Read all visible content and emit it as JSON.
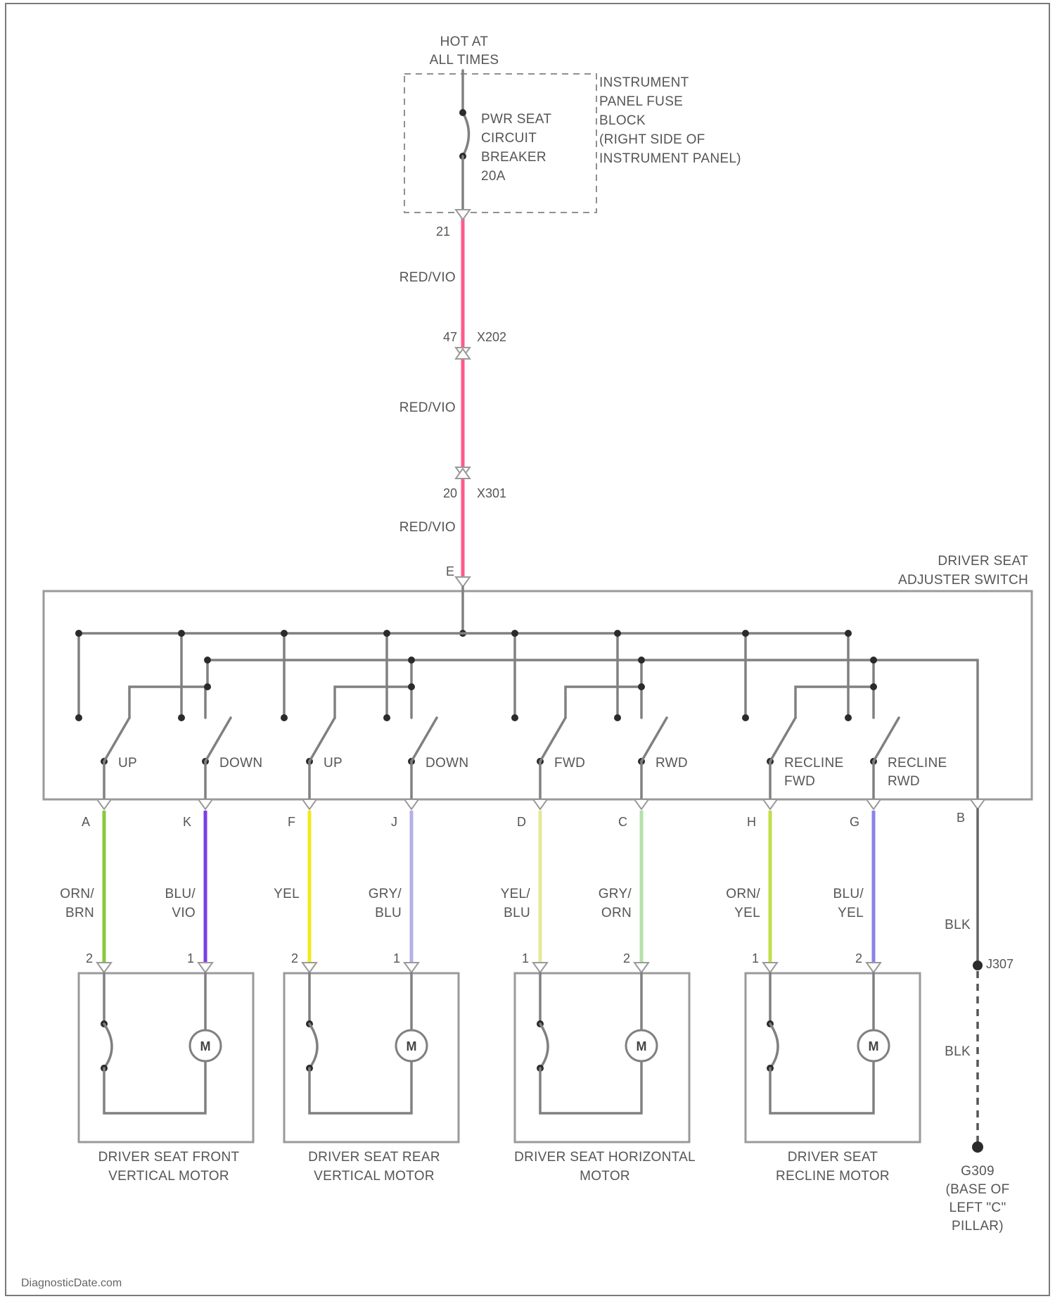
{
  "supply": {
    "hot_line1": "HOT AT",
    "hot_line2": "ALL TIMES",
    "fuse_block_lines": [
      "INSTRUMENT",
      "PANEL FUSE",
      "BLOCK",
      "(RIGHT SIDE OF",
      "INSTRUMENT PANEL)"
    ],
    "breaker_lines": [
      "PWR SEAT",
      "CIRCUIT",
      "BREAKER",
      "20A"
    ],
    "pin_top": "21",
    "wire_1": "RED/VIO",
    "conn1_pin": "47",
    "conn1_name": "X202",
    "wire_2": "RED/VIO",
    "conn2_pin": "20",
    "conn2_name": "X301",
    "wire_3": "RED/VIO",
    "switch_in_pin": "E"
  },
  "switch": {
    "label_lines": [
      "DRIVER SEAT",
      "ADJUSTER SWITCH"
    ],
    "contacts": [
      {
        "lines": [
          "UP"
        ]
      },
      {
        "lines": [
          "DOWN"
        ]
      },
      {
        "lines": [
          "UP"
        ]
      },
      {
        "lines": [
          "DOWN"
        ]
      },
      {
        "lines": [
          "FWD"
        ]
      },
      {
        "lines": [
          "RWD"
        ]
      },
      {
        "lines": [
          "RECLINE",
          "FWD"
        ]
      },
      {
        "lines": [
          "RECLINE",
          "RWD"
        ]
      }
    ],
    "ground_pin": "B"
  },
  "wires": [
    {
      "sw_pin": "A",
      "color_lines": [
        "ORN/",
        "BRN"
      ],
      "color": "#8ac83a",
      "motor_pin": "2"
    },
    {
      "sw_pin": "K",
      "color_lines": [
        "BLU/",
        "VIO"
      ],
      "color": "#7a3ee8",
      "motor_pin": "1"
    },
    {
      "sw_pin": "F",
      "color_lines": [
        "YEL"
      ],
      "color": "#f2ea1a",
      "motor_pin": "2"
    },
    {
      "sw_pin": "J",
      "color_lines": [
        "GRY/",
        "BLU"
      ],
      "color": "#b4b0e8",
      "motor_pin": "1"
    },
    {
      "sw_pin": "D",
      "color_lines": [
        "YEL/",
        "BLU"
      ],
      "color": "#e6e89a",
      "motor_pin": "1"
    },
    {
      "sw_pin": "C",
      "color_lines": [
        "GRY/",
        "ORN"
      ],
      "color": "#b6e0aa",
      "motor_pin": "2"
    },
    {
      "sw_pin": "H",
      "color_lines": [
        "ORN/",
        "YEL"
      ],
      "color": "#c0e04a",
      "motor_pin": "1"
    },
    {
      "sw_pin": "G",
      "color_lines": [
        "BLU/",
        "YEL"
      ],
      "color": "#8a84e8",
      "motor_pin": "2"
    }
  ],
  "motors": [
    {
      "label_lines": [
        "DRIVER SEAT FRONT",
        "VERTICAL MOTOR"
      ],
      "symbol": "M"
    },
    {
      "label_lines": [
        "DRIVER SEAT REAR",
        "VERTICAL MOTOR"
      ],
      "symbol": "M"
    },
    {
      "label_lines": [
        "DRIVER SEAT HORIZONTAL",
        "MOTOR"
      ],
      "symbol": "M"
    },
    {
      "label_lines": [
        "DRIVER SEAT",
        "RECLINE MOTOR"
      ],
      "symbol": "M"
    }
  ],
  "ground": {
    "wire_1": "BLK",
    "splice": "J307",
    "wire_2": "BLK",
    "label_lines": [
      "G309",
      "(BASE OF",
      "LEFT \"C\"",
      "PILLAR)"
    ]
  },
  "footer": "DiagnosticDate.com",
  "colors": {
    "supply_wire": "#ff5a8a",
    "ground_wire": "#555555"
  }
}
